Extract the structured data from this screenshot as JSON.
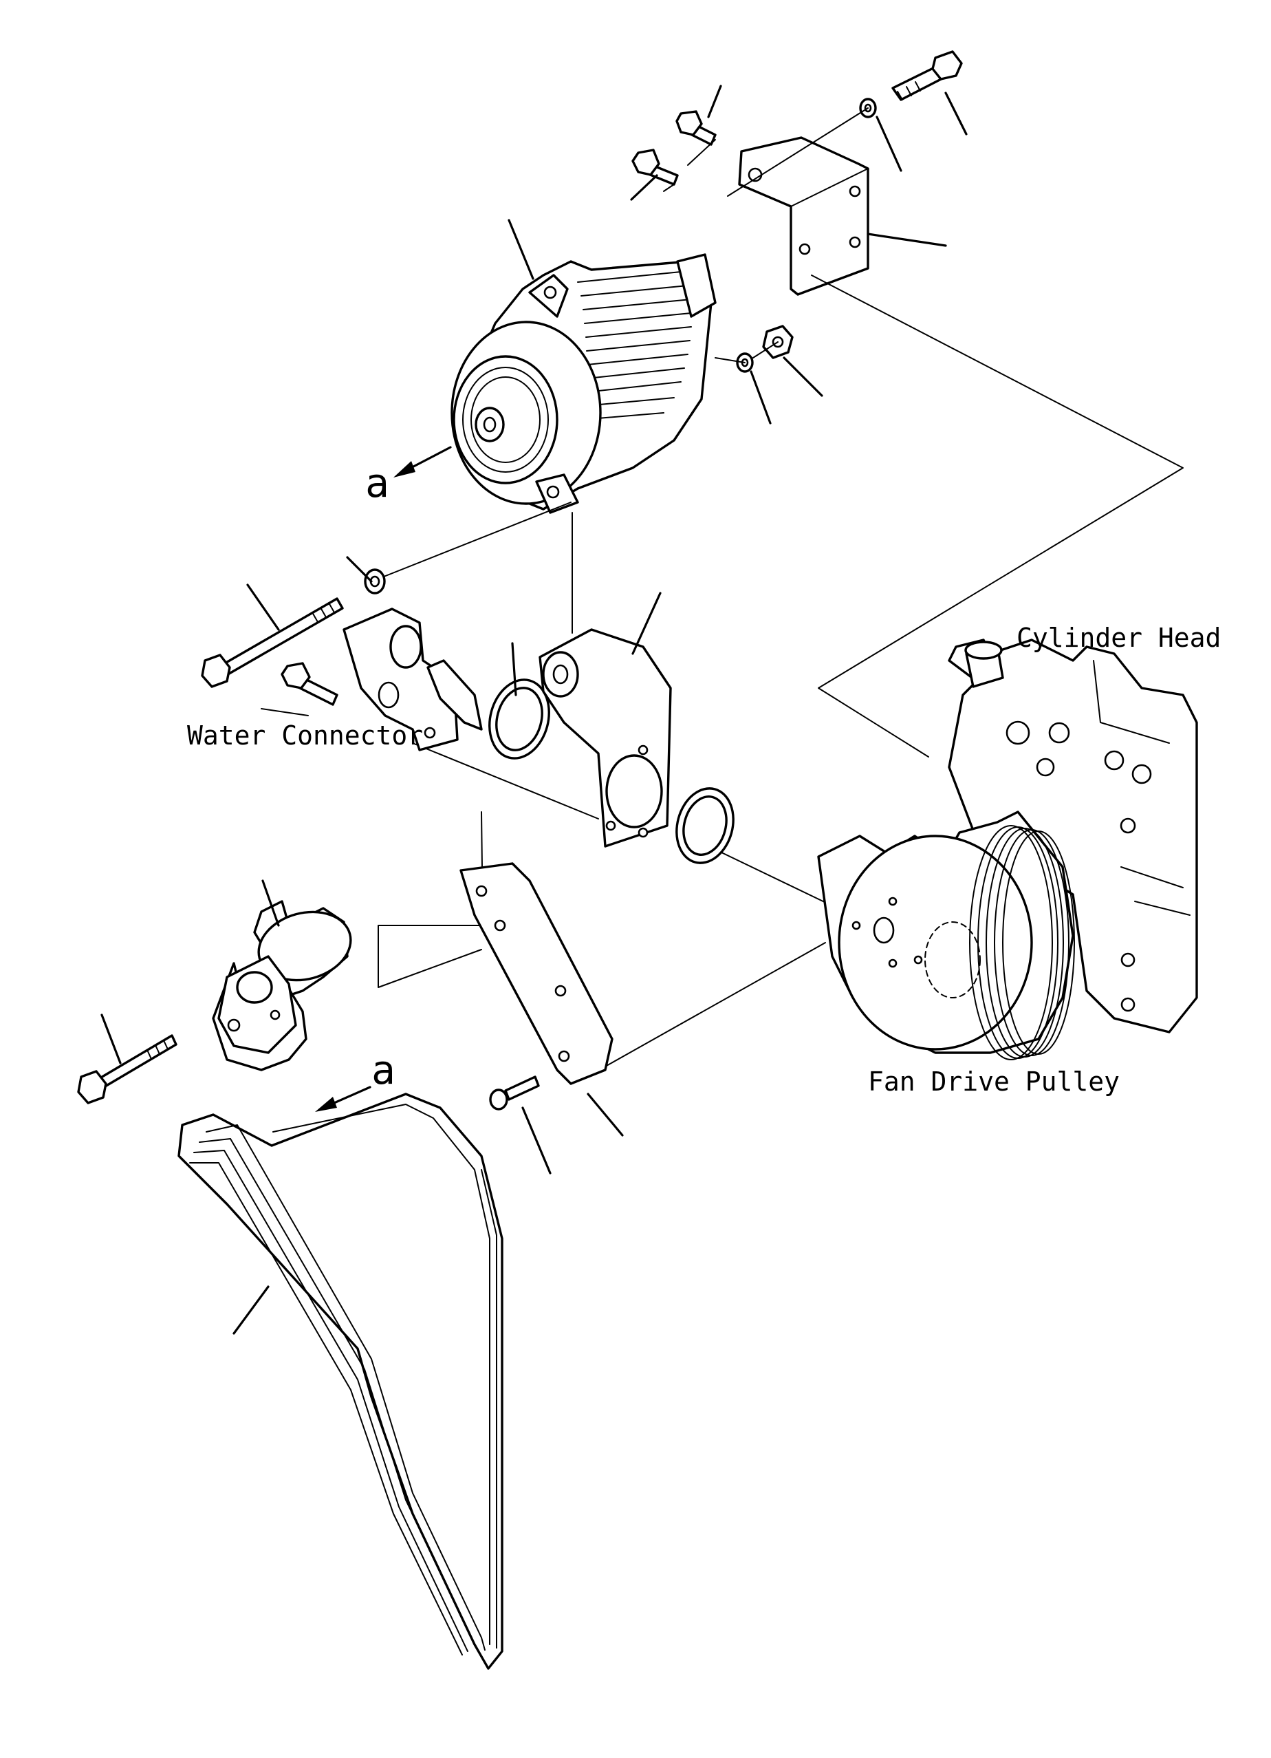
{
  "labels": {
    "cylinder_head": "Cylinder Head",
    "water_connector": "Water Connector",
    "fan_drive_pulley": "Fan Drive Pulley",
    "view_a_top": "a",
    "view_a_bottom": "a"
  }
}
